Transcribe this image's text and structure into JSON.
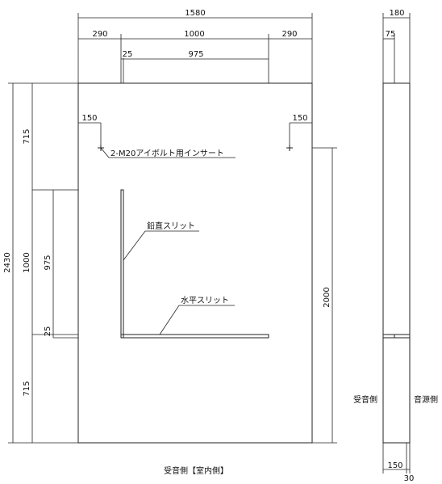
{
  "dims": {
    "top_total": "1580",
    "top_left": "290",
    "top_mid": "1000",
    "top_right": "290",
    "slit_horizontal": "975",
    "slit_offset": "25",
    "bolt_left": "150",
    "bolt_right": "150",
    "left_total": "2430",
    "left_upper": "715",
    "left_mid": "1000",
    "left_lower": "715",
    "slit_vertical": "975",
    "slit_vertical_offset": "25",
    "right_height": "2000",
    "side_total": "180",
    "side_inner": "75",
    "side_bottom": "150",
    "side_bottom_small": "30"
  },
  "labels": {
    "bolt_insert": "2-M20アイボルト用インサート",
    "vertical_slit": "鉛直スリット",
    "horizontal_slit": "水平スリット",
    "receive_side": "受音側",
    "source_side": "音源側",
    "bottom_caption": "受音側【室内側】"
  }
}
